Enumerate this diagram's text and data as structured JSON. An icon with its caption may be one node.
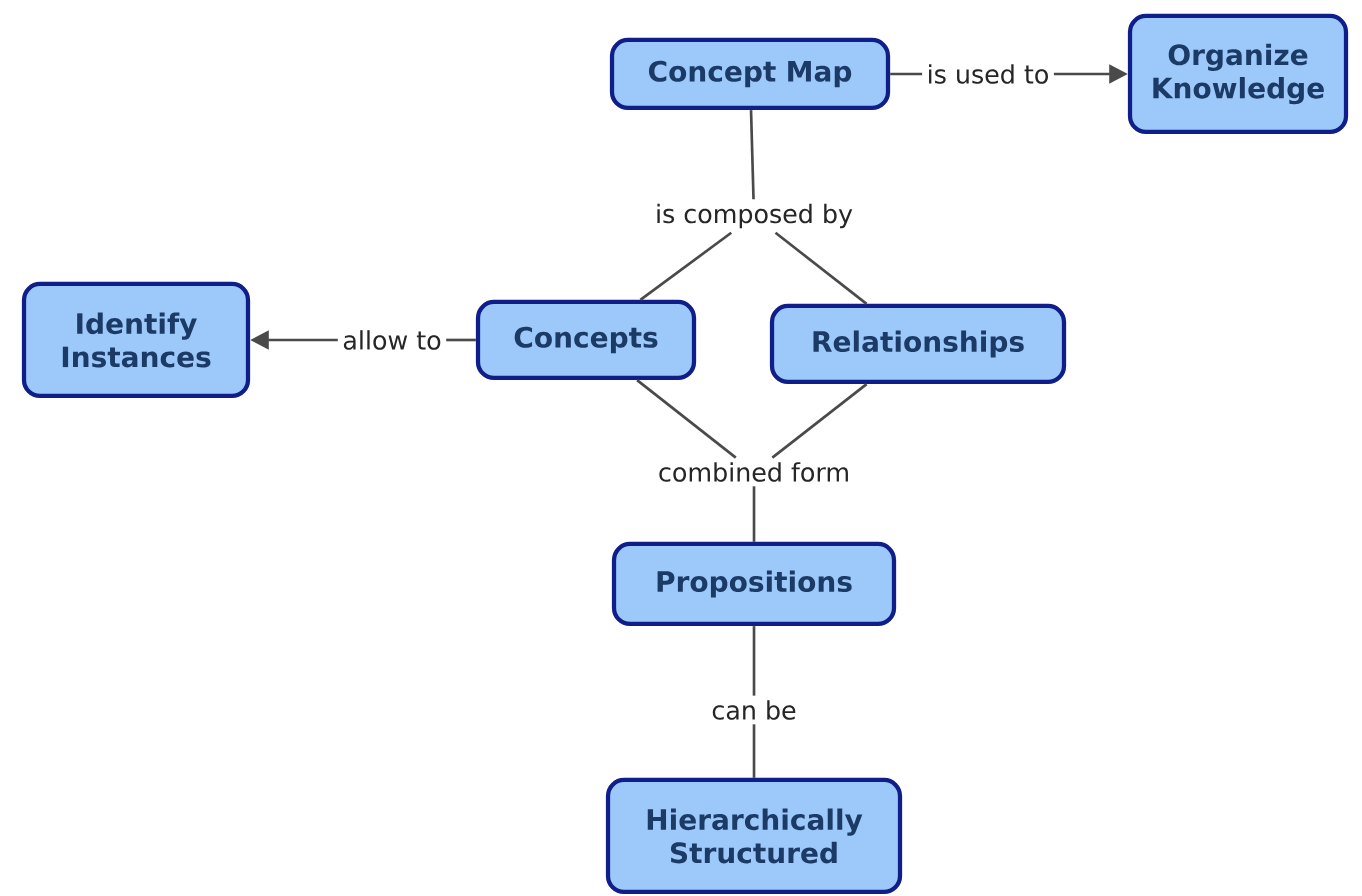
{
  "diagram": {
    "nodes": [
      {
        "text": [
          "Concept Map"
        ]
      },
      {
        "text": [
          "is used to"
        ]
      },
      {
        "text": [
          "Organize Knowledge"
        ]
      },
      {
        "text": [
          "is composed by"
        ]
      },
      {
        "text": [
          "Identify Instances"
        ]
      },
      {
        "text": [
          "allow to"
        ]
      },
      {
        "text": [
          "Concepts"
        ]
      },
      {
        "text": [
          "Relationships"
        ]
      },
      {
        "text": [
          "combined form"
        ]
      },
      {
        "text": [
          "Propositions"
        ]
      },
      {
        "text": [
          "can be"
        ]
      },
      {
        "text": [
          "Hierarchically Structured"
        ]
      }
    ],
    "edges": [
      {
        "from": 0,
        "to": 1,
        "arrow": "none"
      },
      {
        "from": 1,
        "to": 2,
        "arrow": "to"
      },
      {
        "from": 0,
        "to": 3,
        "arrow": "none"
      },
      {
        "from": 3,
        "to": 6,
        "arrow": "none"
      },
      {
        "from": 3,
        "to": 7,
        "arrow": "none"
      },
      {
        "from": 6,
        "to": 5,
        "arrow": "none"
      },
      {
        "from": 5,
        "to": 4,
        "arrow": "to"
      },
      {
        "from": 6,
        "to": 8,
        "arrow": "none"
      },
      {
        "from": 7,
        "to": 8,
        "arrow": "none"
      },
      {
        "from": 8,
        "to": 9,
        "arrow": "none"
      },
      {
        "from": 9,
        "to": 10,
        "arrow": "none"
      },
      {
        "from": 10,
        "to": 11,
        "arrow": "none"
      }
    ]
  }
}
